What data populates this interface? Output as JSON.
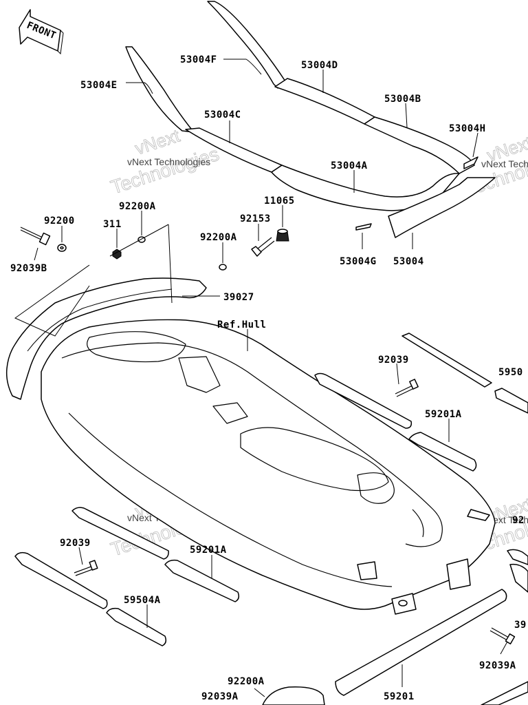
{
  "direction_label": "FRONT",
  "watermark": {
    "brand_line1": "vNext",
    "brand_line2": "Technologies",
    "caption": "vNext Technologies"
  },
  "callouts": {
    "p53004F": "53004F",
    "p53004D": "53004D",
    "p53004E": "53004E",
    "p53004B": "53004B",
    "p53004C": "53004C",
    "p53004H": "53004H",
    "p53004A": "53004A",
    "p53004G": "53004G",
    "p53004": "53004",
    "p11065": "11065",
    "p92200": "92200",
    "p92200A_top": "92200A",
    "p311": "311",
    "p92153": "92153",
    "p92200A_mid": "92200A",
    "p92039B": "92039B",
    "p39027": "39027",
    "refhull": "Ref.Hull",
    "p92039_right": "92039",
    "p5950_edge": "5950",
    "p59201A_right": "59201A",
    "p92_edge": "92",
    "p92039_left": "92039",
    "p59201A_left": "59201A",
    "p59504A": "59504A",
    "p39_edge": "39",
    "p92039A_right": "92039A",
    "p92200A_bottom": "92200A",
    "p92039A_bottom": "92039A",
    "p59201": "59201"
  }
}
